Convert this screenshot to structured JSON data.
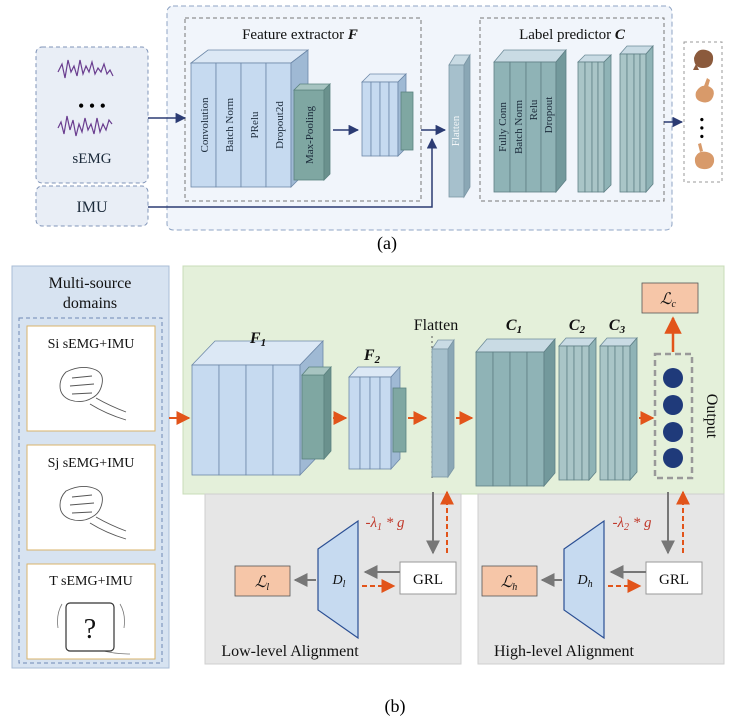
{
  "panel_a": {
    "caption": "(a)",
    "input_semg": "sEMG",
    "input_imu": "IMU",
    "feature_extractor": {
      "title": "Feature extractor ",
      "symbol": "F"
    },
    "fe_layers": [
      "Convolution",
      "Batch Norm",
      "PRelu",
      "Dropout2d",
      "Max-Pooling"
    ],
    "flatten": "Flatten",
    "label_predictor": {
      "title": "Label predictor ",
      "symbol": "C"
    },
    "lp_layers": [
      "Fully Conn",
      "Batch Norm",
      "Relu",
      "Dropout"
    ],
    "ellipsis": "• • •"
  },
  "panel_b": {
    "caption": "(b)",
    "domains_title_1": "Multi-source",
    "domains_title_2": "domains",
    "domains": [
      "Si sEMG+IMU",
      "Sj sEMG+IMU",
      "T sEMG+IMU"
    ],
    "unknown_mark": "?",
    "f1": {
      "base": "F",
      "sub": "1"
    },
    "f2": {
      "base": "F",
      "sub": "2"
    },
    "flatten": "Flatten",
    "c1": {
      "base": "C",
      "sub": "1"
    },
    "c2": {
      "base": "C",
      "sub": "2"
    },
    "c3": {
      "base": "C",
      "sub": "3"
    },
    "output": "Output",
    "loss_c": {
      "base": "ℒ",
      "sub": "c"
    },
    "lambda1": {
      "pre": "-λ",
      "sub": "1",
      "post": " * g"
    },
    "lambda2": {
      "pre": "-λ",
      "sub": "2",
      "post": " * g"
    },
    "grl": "GRL",
    "dl": {
      "base": "D",
      "sub": "l"
    },
    "dh": {
      "base": "D",
      "sub": "h"
    },
    "loss_l": {
      "base": "ℒ",
      "sub": "l"
    },
    "loss_h": {
      "base": "ℒ",
      "sub": "h"
    },
    "low_level": "Low-level Alignment",
    "high_level": "High-level Alignment"
  },
  "colors": {
    "block_light": "#c6daf0",
    "block_teal": "#8fb3b6",
    "panel_green": "#e4f0da",
    "panel_gray": "#e6e6e6",
    "domain_panel": "#d7e3f1",
    "arrow_orange": "#e2541a",
    "arrow_navy": "#2b3b73",
    "loss_fill": "#f6c6a8",
    "output_dot": "#1f3a7a",
    "lambda_red": "#c0392b"
  }
}
